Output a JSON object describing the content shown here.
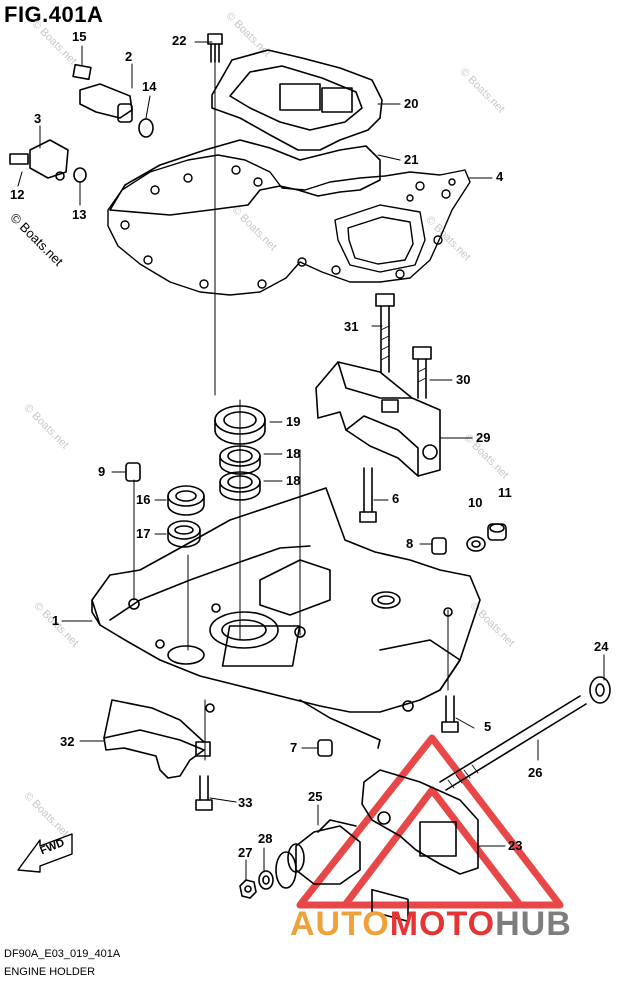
{
  "figure": {
    "title": "FIG.401A",
    "code": "DF90A_E03_019_401A",
    "name": "ENGINE HOLDER"
  },
  "watermarks": [
    "© Boats.net",
    "© Boats.net",
    "© Boats.net",
    "© Boats.net",
    "© Boats.net",
    "© Boats.net",
    "© Boats.net",
    "© Boats.net",
    "© Boats.net",
    "© Boats.net"
  ],
  "brand_logo": {
    "part1": "AUTO",
    "part2": "MOTO",
    "part3": "HUB",
    "colors": {
      "auto": "#f0a23a",
      "moto": "#e53434",
      "hub": "#7d7d7d",
      "triangle": "#e53434"
    }
  },
  "callouts": [
    "1",
    "2",
    "3",
    "4",
    "5",
    "6",
    "7",
    "8",
    "9",
    "10",
    "11",
    "12",
    "13",
    "14",
    "15",
    "16",
    "17",
    "18",
    "18",
    "19",
    "20",
    "21",
    "22",
    "23",
    "24",
    "25",
    "26",
    "27",
    "28",
    "29",
    "30",
    "31",
    "32",
    "33"
  ],
  "fwd_icon_label": "FWD"
}
